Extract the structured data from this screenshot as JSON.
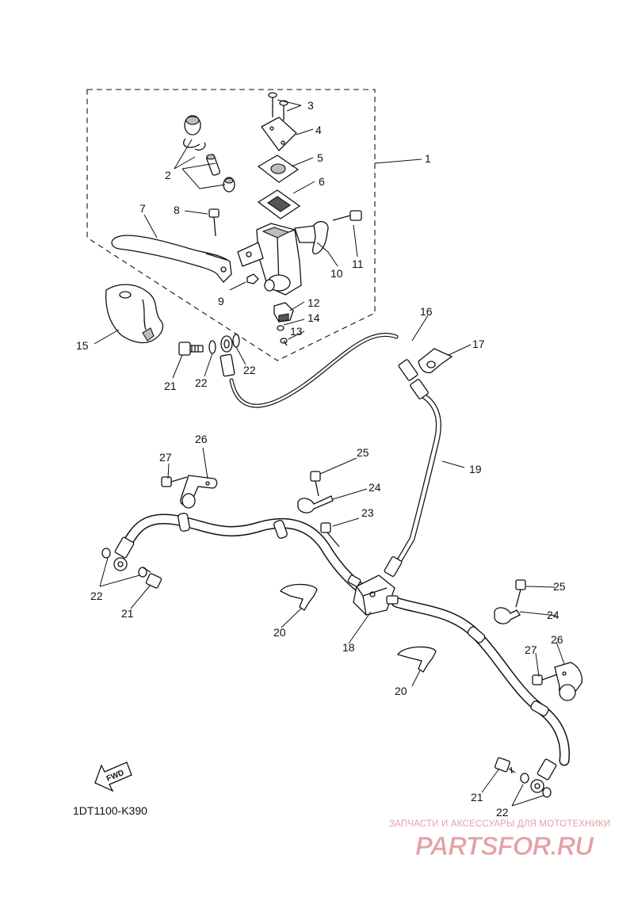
{
  "diagram": {
    "code": "1DT1100-K390",
    "fwd_label": "FWD",
    "callouts": [
      "1",
      "2",
      "3",
      "4",
      "5",
      "6",
      "7",
      "8",
      "9",
      "10",
      "11",
      "12",
      "13",
      "14",
      "15",
      "16",
      "17",
      "18",
      "19",
      "20",
      "21",
      "22",
      "23",
      "24",
      "25",
      "26",
      "27"
    ]
  },
  "watermark": {
    "caption": "ЗАПЧАСТИ И АКСЕССУАРЫ ДЛЯ МОТОТЕХНИКИ",
    "logo_text": "PARTSFOR.RU",
    "color": "#e3a1a6"
  }
}
